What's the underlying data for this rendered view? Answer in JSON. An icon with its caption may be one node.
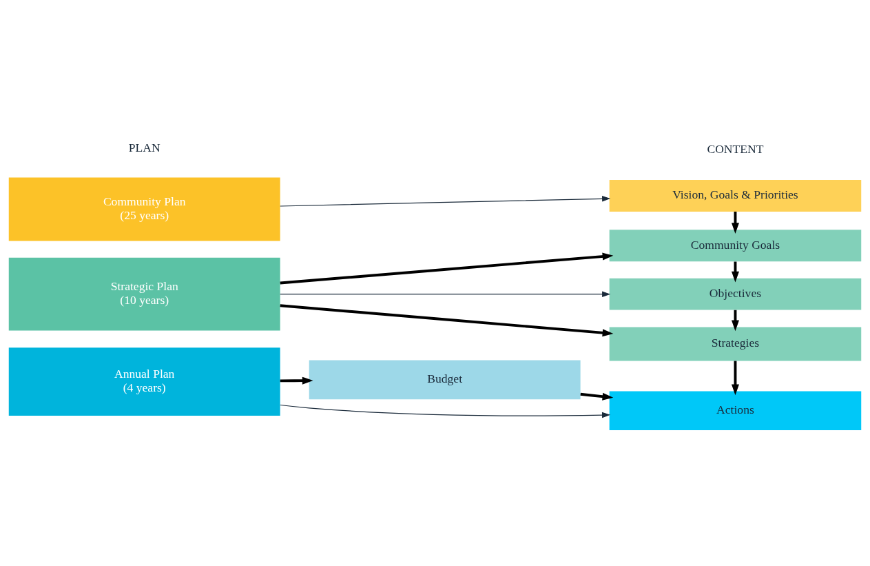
{
  "diagram": {
    "nodes": [
      {
        "text": [
          "Community Plan",
          "(25 years)"
        ]
      },
      {
        "text": [
          "Strategic Plan",
          "(10 years)"
        ]
      },
      {
        "text": [
          "Annual Plan",
          "(4 years)"
        ]
      },
      {
        "text": [
          "Budget"
        ]
      },
      {
        "text": [
          "Vision, Goals & Priorities"
        ]
      },
      {
        "text": [
          "Community Goals"
        ]
      },
      {
        "text": [
          "Objectives"
        ]
      },
      {
        "text": [
          "Strategies"
        ]
      },
      {
        "text": [
          "Actions"
        ]
      }
    ],
    "edges": [
      {
        "from": 0,
        "to": 4,
        "arrow": "to",
        "color": "#1a2a3a"
      },
      {
        "from": 1,
        "to": 5,
        "arrow": "to"
      },
      {
        "from": 1,
        "to": 6,
        "arrow": "to",
        "color": "#1a2a3a"
      },
      {
        "from": 1,
        "to": 7,
        "arrow": "to"
      },
      {
        "from": 4,
        "to": 5,
        "arrow": "to"
      },
      {
        "from": 5,
        "to": 6,
        "arrow": "to"
      },
      {
        "from": 6,
        "to": 7,
        "arrow": "to"
      },
      {
        "from": 7,
        "to": 8,
        "arrow": "to"
      },
      {
        "from": 2,
        "to": 8,
        "arrow": "to",
        "color": "#1a2a3a"
      },
      {
        "from": 2,
        "to": 3,
        "arrow": "to"
      },
      {
        "from": 3,
        "to": 8,
        "arrow": "to"
      }
    ],
    "labels": [
      "PLAN",
      "CONTENT"
    ]
  }
}
